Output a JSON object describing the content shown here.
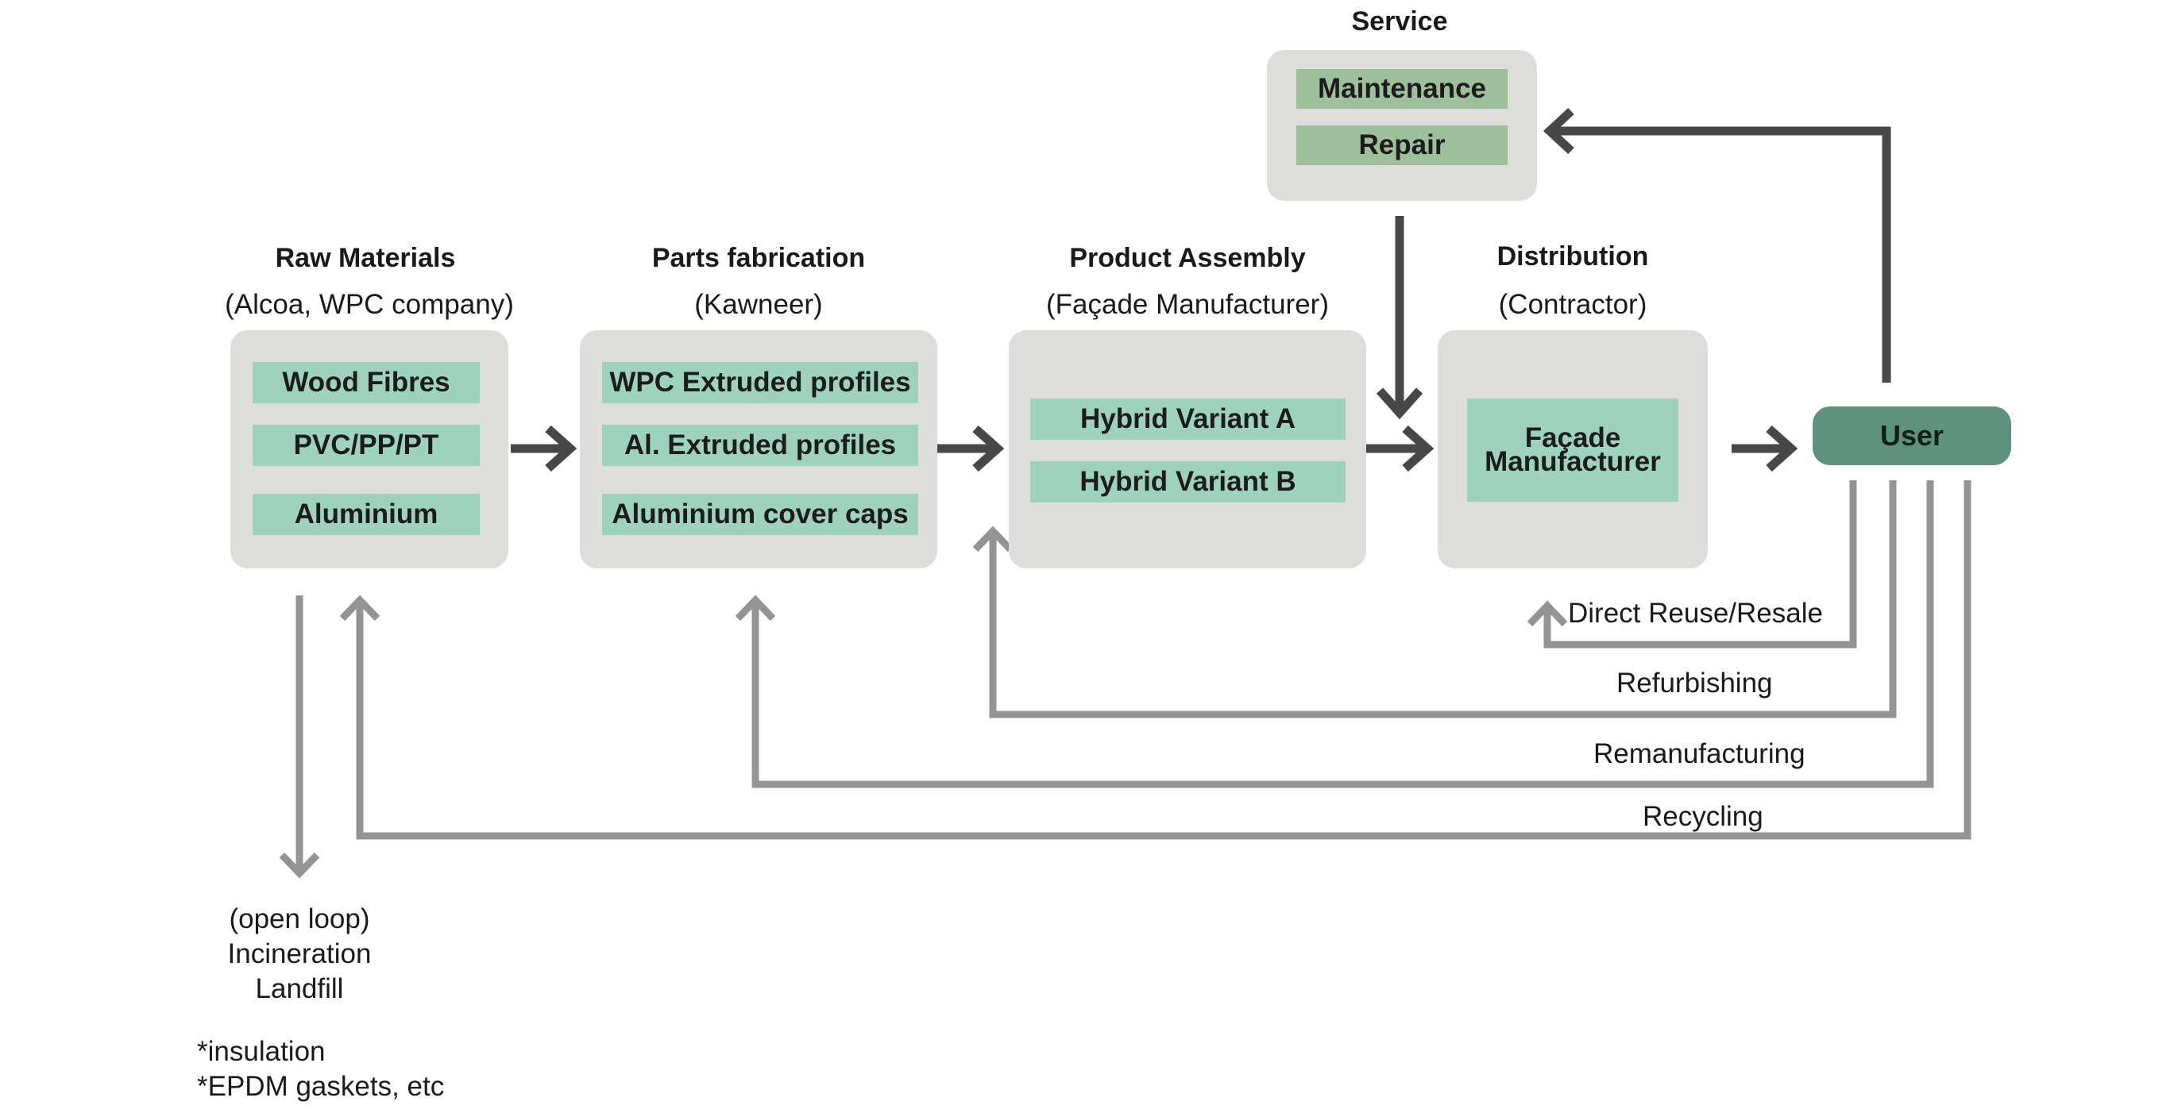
{
  "stages": [
    {
      "title": "Raw Materials",
      "subtitle": "(Alcoa, WPC company)",
      "items": [
        "Wood Fibres",
        "PVC/PP/PT",
        "Aluminium"
      ]
    },
    {
      "title": "Parts fabrication",
      "subtitle": "(Kawneer)",
      "items": [
        "WPC Extruded profiles",
        "Al. Extruded profiles",
        "Aluminium cover caps"
      ]
    },
    {
      "title": "Product Assembly",
      "subtitle": "(Façade Manufacturer)",
      "items": [
        "Hybrid Variant A",
        "Hybrid Variant B"
      ]
    },
    {
      "title": "Distribution",
      "subtitle": "(Contractor)",
      "items": [
        "Façade Manufacturer"
      ]
    }
  ],
  "service": {
    "title": "Service",
    "items": [
      "Maintenance",
      "Repair"
    ]
  },
  "user": {
    "label": "User"
  },
  "loops": {
    "direct_reuse": "Direct Reuse/Resale",
    "refurbishing": "Refurbishing",
    "remanufacturing": "Remanufacturing",
    "recycling": "Recycling"
  },
  "open_loop": {
    "lines": [
      "(open loop)",
      "Incineration",
      "Landfill"
    ]
  },
  "notes": [
    "*insulation",
    "*EPDM gaskets, etc"
  ],
  "colors": {
    "panel": "#dddddb",
    "item": "#9dd2be",
    "service_item": "#9dbf99",
    "user": "#5e927c",
    "dark_arrow": "#474747",
    "loop_arrow": "#949494"
  }
}
